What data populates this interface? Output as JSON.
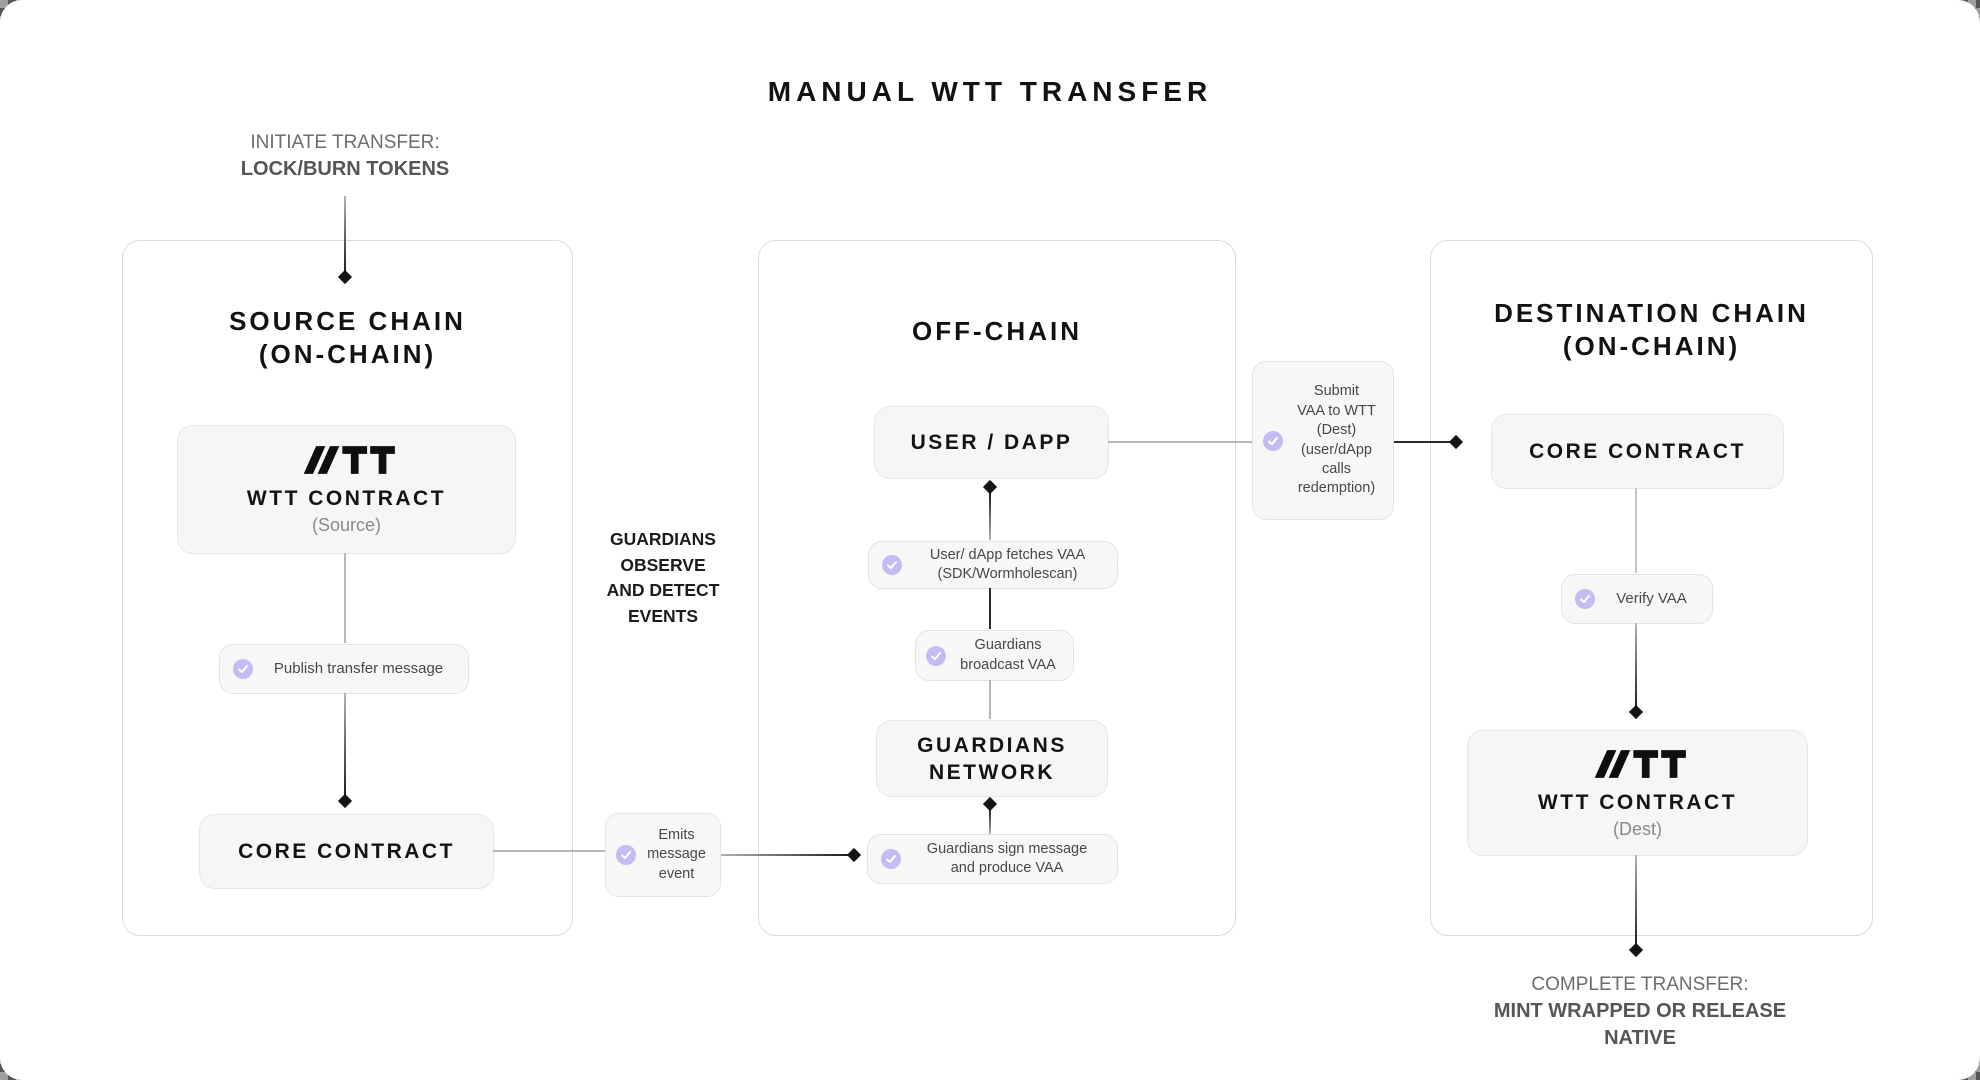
{
  "title": "MANUAL WTT TRANSFER",
  "colors": {
    "check_icon": "#c6bbf2",
    "pill_fill": "#f7f7f8",
    "node_fill": "#f6f6f7",
    "line_dark": "#1a1a1c",
    "line_gray": "#b7b7ba",
    "text_dark": "#141414",
    "text_gray": "#6d6d71"
  },
  "annotations": {
    "initiate": {
      "line1": "INITIATE TRANSFER:",
      "line2": "LOCK/BURN TOKENS"
    },
    "guardians_observe": {
      "line1": "GUARDIANS",
      "line2": "OBSERVE",
      "line3": "AND DETECT",
      "line4": "EVENTS"
    },
    "complete": {
      "line1": "COMPLETE TRANSFER:",
      "line2": "MINT WRAPPED OR RELEASE NATIVE"
    }
  },
  "source_chain": {
    "header_line1": "SOURCE CHAIN",
    "header_line2": "(ON-CHAIN)",
    "wtt_contract": {
      "logo": "WTT",
      "title": "WTT CONTRACT",
      "subtitle": "(Source)"
    },
    "publish_step": {
      "label": "Publish transfer message"
    },
    "core_contract": {
      "title": "CORE CONTRACT"
    },
    "emits_step": {
      "line1": "Emits",
      "line2": "message",
      "line3": "event"
    }
  },
  "off_chain": {
    "header": "OFF-CHAIN",
    "user_dapp": {
      "title": "USER / DAPP"
    },
    "fetch_step": {
      "line1": "User/ dApp fetches VAA",
      "line2": "(SDK/Wormholescan)"
    },
    "broadcast_step": {
      "line1": "Guardians",
      "line2": "broadcast VAA"
    },
    "guardians_network": {
      "line1": "GUARDIANS",
      "line2": "NETWORK"
    },
    "sign_step": {
      "line1": "Guardians sign message",
      "line2": "and produce VAA"
    },
    "submit_step": {
      "line1": "Submit",
      "line2": "VAA to WTT",
      "line3": "(Dest)",
      "line4": "(user/dApp",
      "line5": "calls",
      "line6": "redemption)"
    }
  },
  "destination_chain": {
    "header_line1": "DESTINATION CHAIN",
    "header_line2": "(ON-CHAIN)",
    "core_contract": {
      "title": "CORE CONTRACT"
    },
    "verify_step": {
      "label": "Verify VAA"
    },
    "wtt_contract": {
      "logo": "WTT",
      "title": "WTT CONTRACT",
      "subtitle": "(Dest)"
    }
  }
}
